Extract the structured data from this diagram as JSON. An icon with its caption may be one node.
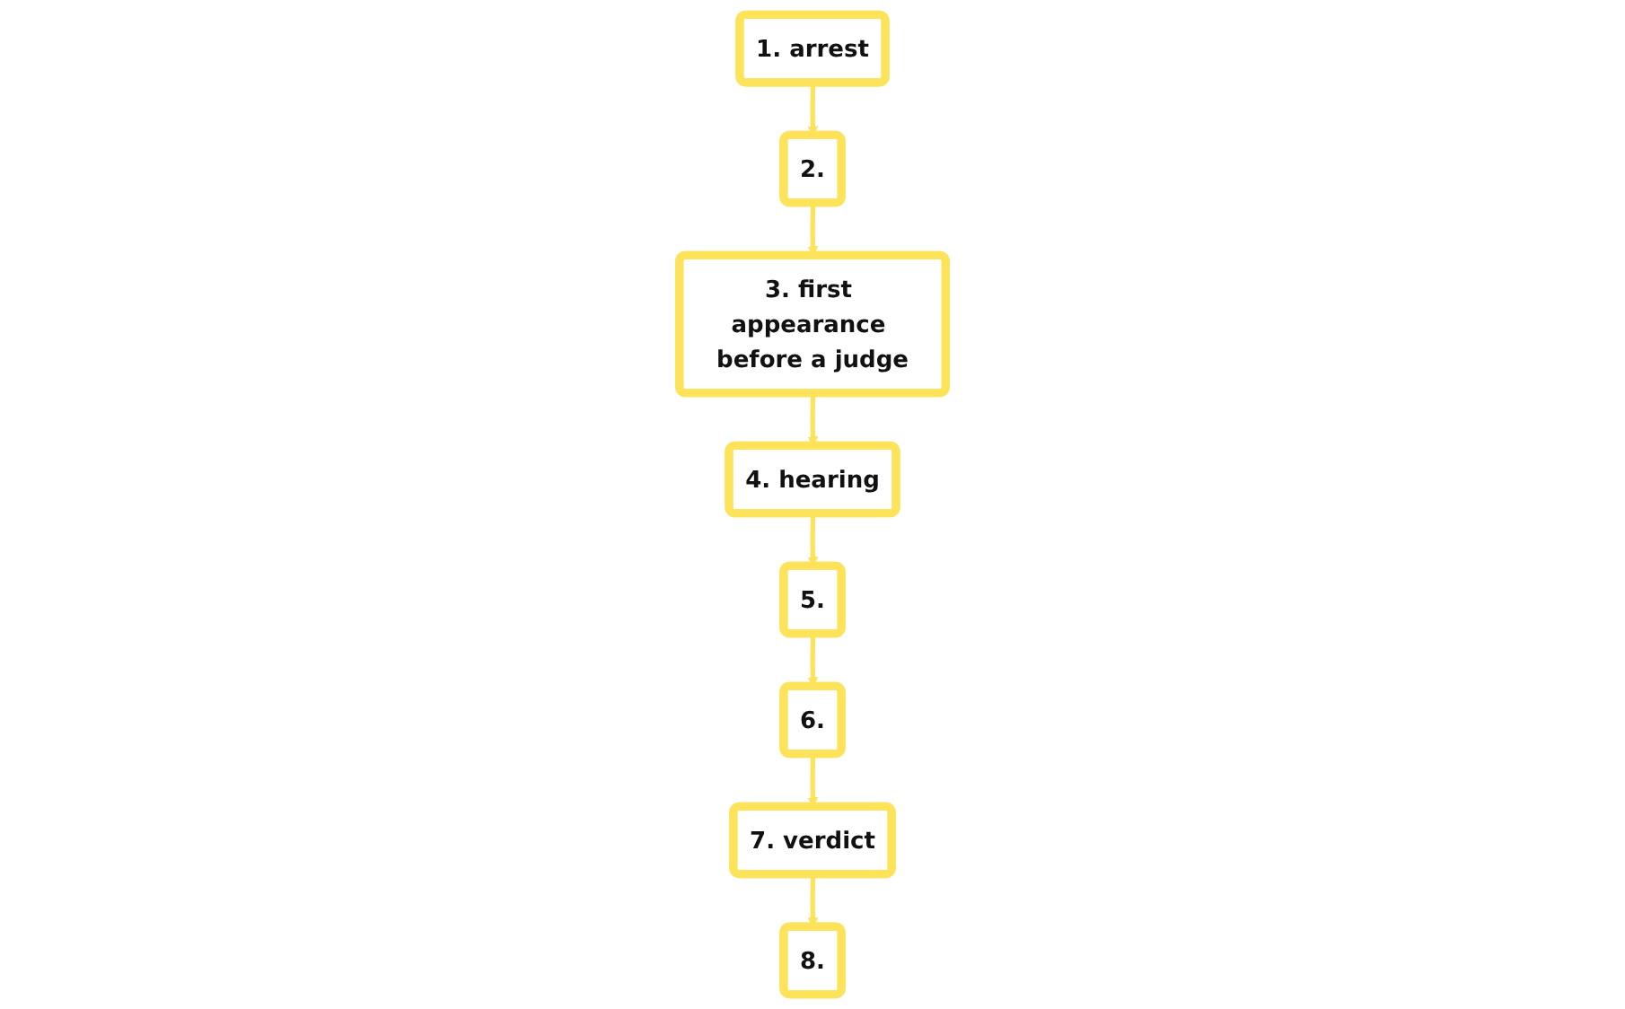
{
  "diagram": {
    "nodes": [
      {
        "text": [
          "1. arrest"
        ]
      },
      {
        "text": [
          "2."
        ]
      },
      {
        "text": [
          "3. first appearance before a judge"
        ]
      },
      {
        "text": [
          "4. hearing"
        ]
      },
      {
        "text": [
          "5."
        ]
      },
      {
        "text": [
          "6."
        ]
      },
      {
        "text": [
          "7. verdict"
        ]
      },
      {
        "text": [
          "8."
        ]
      }
    ],
    "edges": [
      {
        "from": 0,
        "to": 1,
        "arrow": "to"
      },
      {
        "from": 1,
        "to": 2,
        "arrow": "to"
      },
      {
        "from": 2,
        "to": 3,
        "arrow": "to"
      },
      {
        "from": 3,
        "to": 4,
        "arrow": "to"
      },
      {
        "from": 4,
        "to": 5,
        "arrow": "to"
      },
      {
        "from": 5,
        "to": 6,
        "arrow": "to"
      },
      {
        "from": 6,
        "to": 7,
        "arrow": "to"
      }
    ]
  }
}
